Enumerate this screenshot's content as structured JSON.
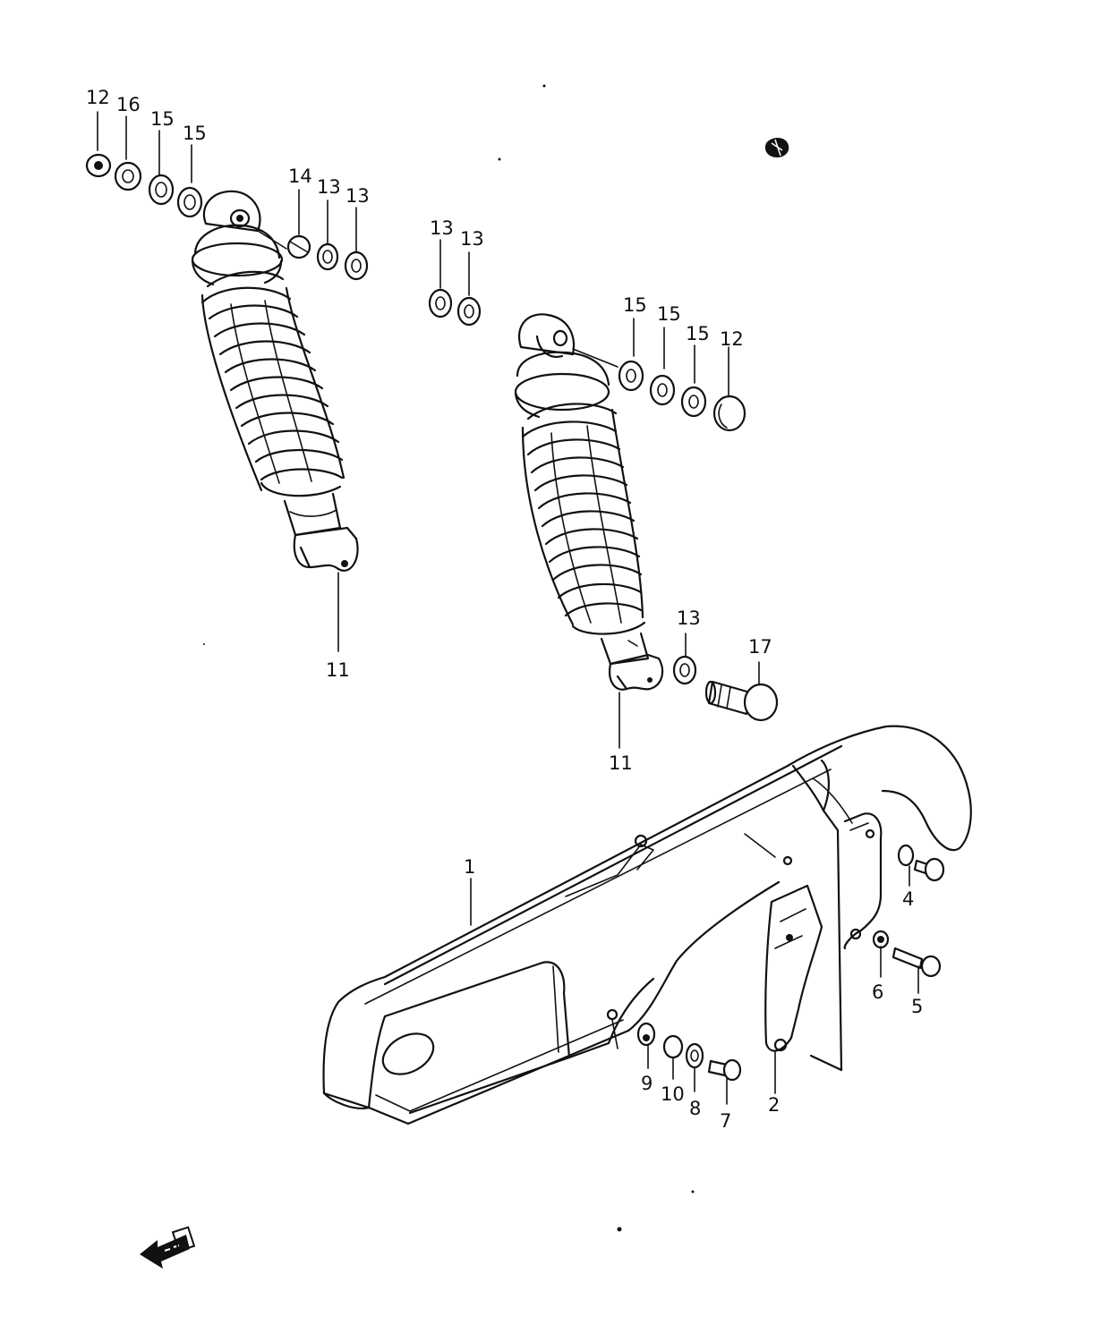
{
  "callouts": [
    {
      "id": "left-shock-nut",
      "text": "12"
    },
    {
      "id": "left-shock-washer-16",
      "text": "16"
    },
    {
      "id": "left-shock-washer-15a",
      "text": "15"
    },
    {
      "id": "left-shock-washer-15b",
      "text": "15"
    },
    {
      "id": "left-shock-bush-14",
      "text": "14"
    },
    {
      "id": "left-shock-washer-13a",
      "text": "13"
    },
    {
      "id": "left-shock-washer-13b",
      "text": "13"
    },
    {
      "id": "mid-washer-13a",
      "text": "13"
    },
    {
      "id": "mid-washer-13b",
      "text": "13"
    },
    {
      "id": "left-shock",
      "text": "11"
    },
    {
      "id": "right-shock-washer-15a",
      "text": "15"
    },
    {
      "id": "right-shock-washer-15b",
      "text": "15"
    },
    {
      "id": "right-shock-washer-15c",
      "text": "15"
    },
    {
      "id": "right-shock-cap-nut",
      "text": "12"
    },
    {
      "id": "right-shock",
      "text": "11"
    },
    {
      "id": "lower-washer-13",
      "text": "13"
    },
    {
      "id": "lower-bolt-17",
      "text": "17"
    },
    {
      "id": "chain-case",
      "text": "1"
    },
    {
      "id": "bracket",
      "text": "2"
    },
    {
      "id": "screw-4",
      "text": "4"
    },
    {
      "id": "nut-6",
      "text": "6"
    },
    {
      "id": "bolt-5",
      "text": "5"
    },
    {
      "id": "washer-9",
      "text": "9"
    },
    {
      "id": "cushion-10",
      "text": "10"
    },
    {
      "id": "washer-8",
      "text": "8"
    },
    {
      "id": "bolt-7",
      "text": "7"
    }
  ],
  "icons": {
    "front_arrow": "front-arrow-icon",
    "corner_mark": "stamp-mark-icon"
  }
}
